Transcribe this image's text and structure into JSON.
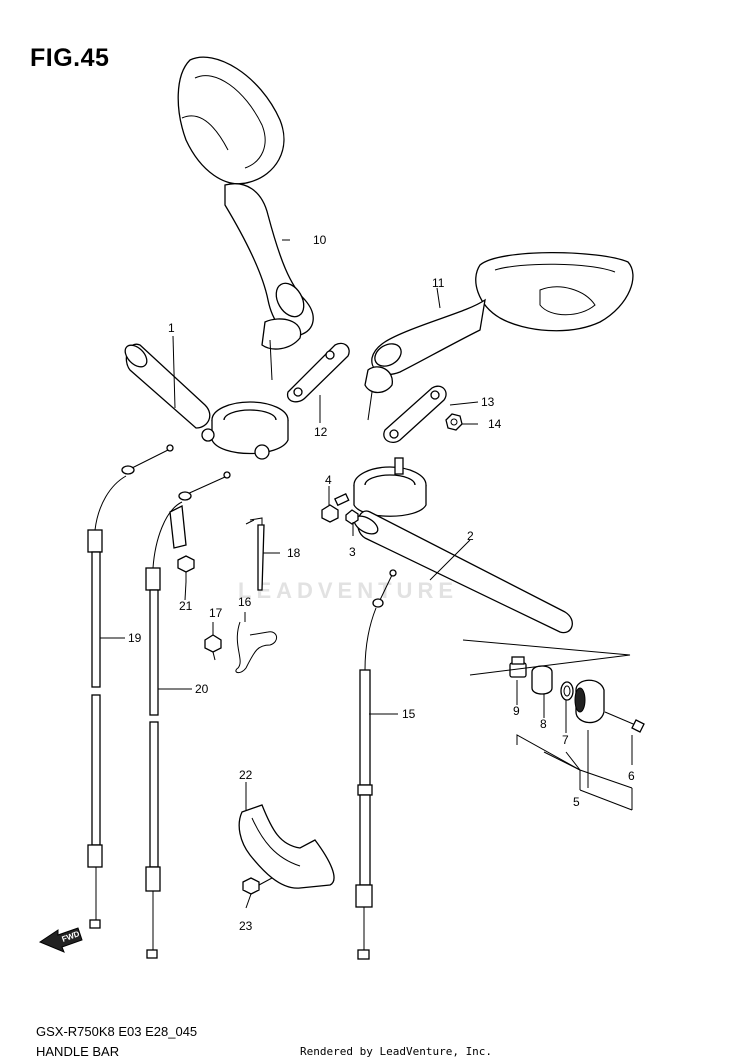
{
  "figure": {
    "title": "FIG.45",
    "model_code": "GSX-R750K8 E03 E28_045",
    "section_name": "HANDLE BAR",
    "rendered_by": "Rendered by LeadVenture, Inc.",
    "watermark": "LEADVENTURE"
  },
  "callouts": {
    "c1": "1",
    "c2": "2",
    "c3": "3",
    "c4": "4",
    "c5": "5",
    "c6": "6",
    "c7": "7",
    "c8": "8",
    "c9": "9",
    "c10": "10",
    "c11": "11",
    "c12": "12",
    "c13": "13",
    "c14": "14",
    "c15": "15",
    "c16": "16",
    "c17": "17",
    "c18": "18",
    "c19": "19",
    "c20": "20",
    "c21": "21",
    "c22": "22",
    "c23": "23"
  },
  "fwd_label": "FWD"
}
